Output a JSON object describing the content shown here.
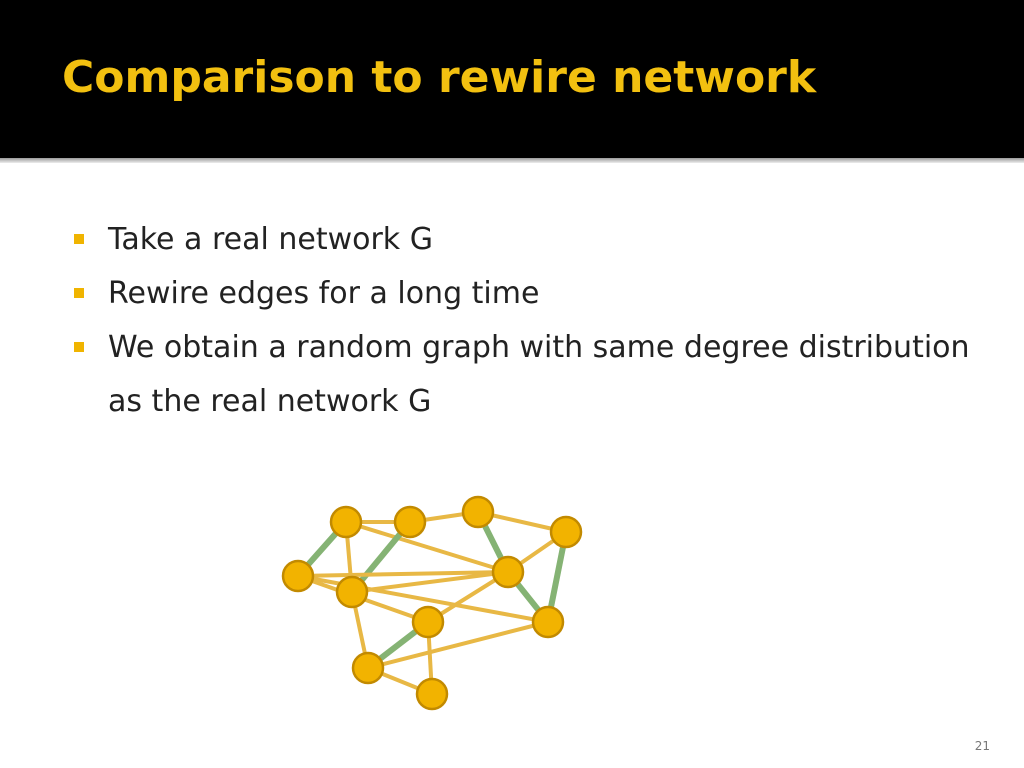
{
  "slide": {
    "title": "Comparison to rewire network",
    "page_number": "21",
    "bullets": [
      "Take a real network G",
      "Rewire edges for a long time",
      "We obtain a random graph with same degree distribution as the real network G"
    ]
  },
  "colors": {
    "header_background": "#000000",
    "title": "#f2c010",
    "bullet_marker": "#f0b400",
    "node_fill": "#f2b300",
    "node_stroke": "#c28a00",
    "edge": "#e8b845",
    "rewired_edge": "#85b374"
  },
  "diagram": {
    "nodes": [
      "n1",
      "n2",
      "n3",
      "n4",
      "n5",
      "n6",
      "n7",
      "n8",
      "n9",
      "n10",
      "n11",
      "n12"
    ],
    "edges": [
      {
        "from": "n1",
        "to": "n2",
        "rewired": false
      },
      {
        "from": "n2",
        "to": "n3",
        "rewired": false
      },
      {
        "from": "n3",
        "to": "n4",
        "rewired": false
      },
      {
        "from": "n1",
        "to": "n5",
        "rewired": true
      },
      {
        "from": "n1",
        "to": "n6",
        "rewired": false
      },
      {
        "from": "n1",
        "to": "n7",
        "rewired": false
      },
      {
        "from": "n2",
        "to": "n6",
        "rewired": true
      },
      {
        "from": "n3",
        "to": "n7",
        "rewired": true
      },
      {
        "from": "n5",
        "to": "n7",
        "rewired": false
      },
      {
        "from": "n5",
        "to": "n9",
        "rewired": false
      },
      {
        "from": "n5",
        "to": "n8",
        "rewired": false
      },
      {
        "from": "n6",
        "to": "n7",
        "rewired": false
      },
      {
        "from": "n6",
        "to": "n10",
        "rewired": false
      },
      {
        "from": "n4",
        "to": "n8",
        "rewired": true
      },
      {
        "from": "n4",
        "to": "n7",
        "rewired": false
      },
      {
        "from": "n7",
        "to": "n8",
        "rewired": true
      },
      {
        "from": "n7",
        "to": "n9",
        "rewired": false
      },
      {
        "from": "n9",
        "to": "n10",
        "rewired": true
      },
      {
        "from": "n9",
        "to": "n11",
        "rewired": false
      },
      {
        "from": "n8",
        "to": "n10",
        "rewired": false
      },
      {
        "from": "n10",
        "to": "n11",
        "rewired": false
      }
    ]
  }
}
